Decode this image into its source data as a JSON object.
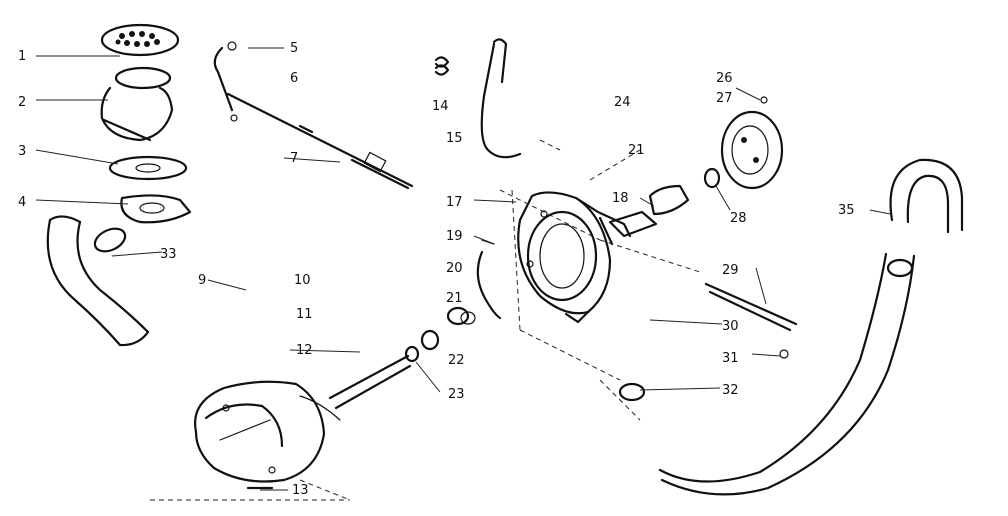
{
  "callouts": [
    "1",
    "2",
    "3",
    "4",
    "5",
    "6",
    "7",
    "9",
    "10",
    "11",
    "12",
    "13",
    "14",
    "15",
    "17",
    "18",
    "19",
    "20",
    "21",
    "21",
    "22",
    "23",
    "24",
    "26",
    "27",
    "28",
    "29",
    "30",
    "31",
    "32",
    "33",
    "35"
  ]
}
